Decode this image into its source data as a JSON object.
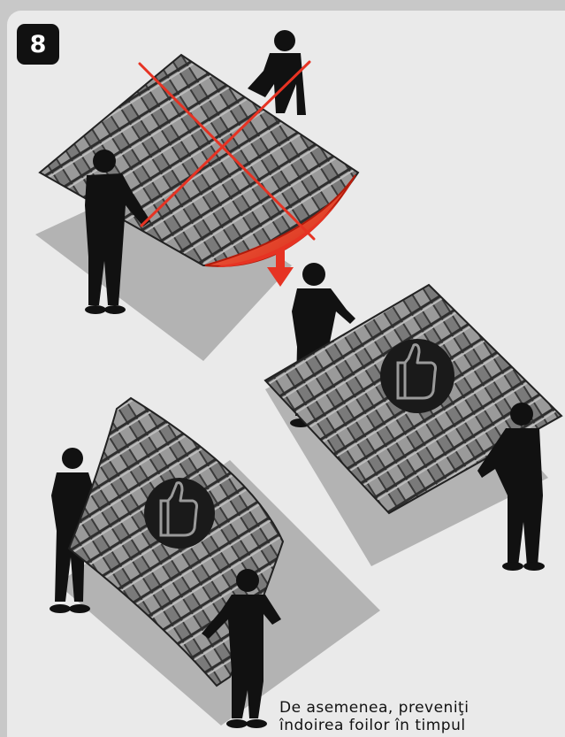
{
  "step": {
    "number": "8"
  },
  "caption": {
    "line1": "De asemenea, preveniţi",
    "line2": "îndoirea foilor în timpul"
  },
  "colors": {
    "background": "#c8c8c8",
    "panel": "#eaeaea",
    "shadow": "#b3b3b3",
    "roof_tile": "#8c8c8c",
    "figure": "#111111",
    "warning_red": "#e63323",
    "badge": "#111111"
  },
  "icons": [
    "cross-mark-icon",
    "down-arrow-icon",
    "thumbs-up-icon"
  ],
  "scenes": [
    {
      "name": "wrong-sagging-sheet",
      "verdict": "incorrect"
    },
    {
      "name": "correct-flat-carry",
      "verdict": "correct"
    },
    {
      "name": "correct-upright-carry",
      "verdict": "correct"
    }
  ]
}
